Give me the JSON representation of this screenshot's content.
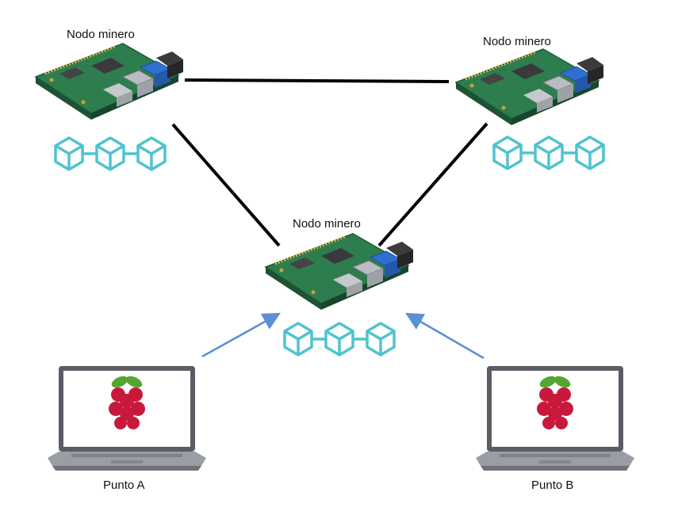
{
  "nodes": [
    {
      "id": "left",
      "label": "Nodo minero"
    },
    {
      "id": "right",
      "label": "Nodo minero"
    },
    {
      "id": "center",
      "label": "Nodo minero"
    }
  ],
  "clients": [
    {
      "id": "a",
      "label": "Punto A"
    },
    {
      "id": "b",
      "label": "Punto B"
    }
  ],
  "colors": {
    "link": "#000000",
    "arrow": "#5b8fd6",
    "chain": "#4fc3cf",
    "board": "#2e7d4f",
    "berry": "#c8193c",
    "leaf": "#55a630"
  },
  "icons": [
    "raspberry-pi-board-icon",
    "blockchain-icon",
    "laptop-icon",
    "raspberry-logo-icon"
  ]
}
